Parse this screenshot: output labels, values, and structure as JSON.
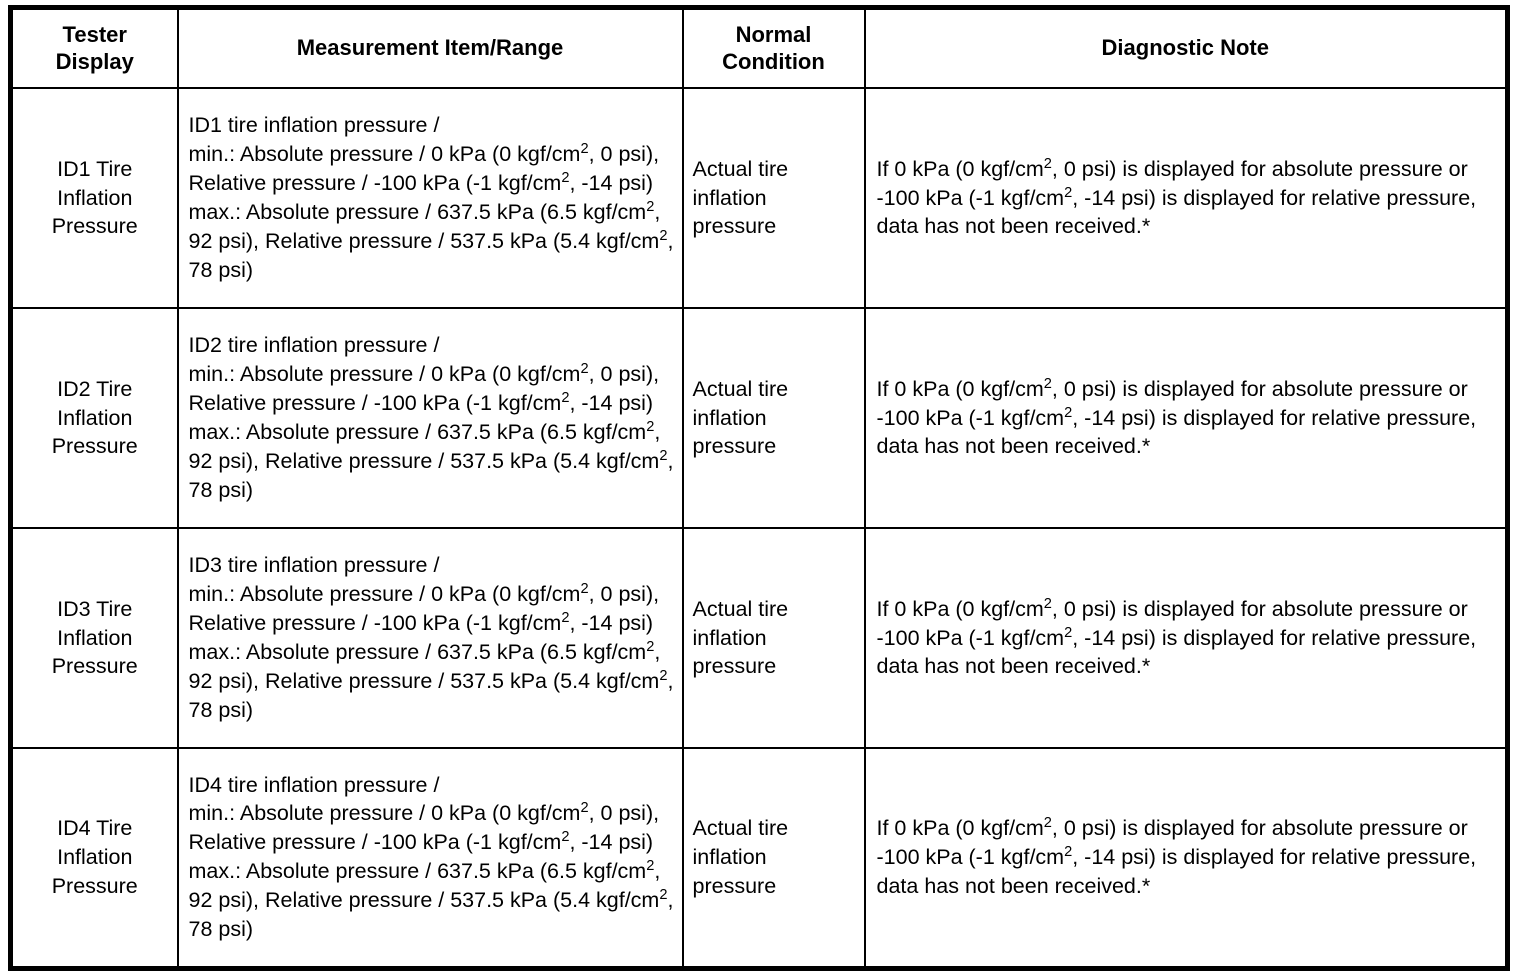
{
  "table": {
    "headers": [
      {
        "line1": "Tester",
        "line2": "Display"
      },
      {
        "line1": "Measurement Item/Range",
        "line2": ""
      },
      {
        "line1": "Normal",
        "line2": "Condition"
      },
      {
        "line1": "Diagnostic Note",
        "line2": ""
      }
    ],
    "rows": [
      {
        "display": {
          "l1": "ID1 Tire",
          "l2": "Inflation",
          "l3": "Pressure"
        },
        "item": {
          "title": "ID1 tire inflation pressure /",
          "min_label": "min.:",
          "min_text_a": " Absolute pressure / 0 kPa (0 kgf/cm",
          "min_sup_a": "2",
          "min_text_b": ", 0 psi), Relative pressure / -100 kPa (-1 kgf/cm",
          "min_sup_b": "2",
          "min_text_c": ", -14 psi)",
          "max_label": "max.:",
          "max_text_a": " Absolute pressure / 637.5 kPa (6.5 kgf/cm",
          "max_sup_a": "2",
          "max_text_b": ", 92 psi), Relative pressure / 537.5 kPa (5.4 kgf/cm",
          "max_sup_b": "2",
          "max_text_c": ", 78 psi)"
        },
        "normal": {
          "l1": "Actual tire",
          "l2": "inflation",
          "l3": "pressure"
        },
        "note": {
          "a": "If 0 kPa (0 kgf/cm",
          "sup_a": "2",
          "b": ", 0 psi) is displayed for absolute pressure or -100 kPa (-1 kgf/cm",
          "sup_b": "2",
          "c": ", -14 psi) is displayed for relative pressure, data has not been received.*"
        }
      },
      {
        "display": {
          "l1": "ID2 Tire",
          "l2": "Inflation",
          "l3": "Pressure"
        },
        "item": {
          "title": "ID2 tire inflation pressure /",
          "min_label": "min.:",
          "min_text_a": " Absolute pressure / 0 kPa (0 kgf/cm",
          "min_sup_a": "2",
          "min_text_b": ", 0 psi), Relative pressure / -100 kPa (-1 kgf/cm",
          "min_sup_b": "2",
          "min_text_c": ", -14 psi)",
          "max_label": "max.:",
          "max_text_a": " Absolute pressure / 637.5 kPa (6.5 kgf/cm",
          "max_sup_a": "2",
          "max_text_b": ", 92 psi), Relative pressure / 537.5 kPa (5.4 kgf/cm",
          "max_sup_b": "2",
          "max_text_c": ", 78 psi)"
        },
        "normal": {
          "l1": "Actual tire",
          "l2": "inflation",
          "l3": "pressure"
        },
        "note": {
          "a": "If 0 kPa (0 kgf/cm",
          "sup_a": "2",
          "b": ", 0 psi) is displayed for absolute pressure or -100 kPa (-1 kgf/cm",
          "sup_b": "2",
          "c": ", -14 psi) is displayed for relative pressure, data has not been received.*"
        }
      },
      {
        "display": {
          "l1": "ID3 Tire",
          "l2": "Inflation",
          "l3": "Pressure"
        },
        "item": {
          "title": "ID3 tire inflation pressure /",
          "min_label": "min.:",
          "min_text_a": " Absolute pressure / 0 kPa (0 kgf/cm",
          "min_sup_a": "2",
          "min_text_b": ", 0 psi), Relative pressure / -100 kPa (-1 kgf/cm",
          "min_sup_b": "2",
          "min_text_c": ", -14 psi)",
          "max_label": "max.:",
          "max_text_a": " Absolute pressure / 637.5 kPa (6.5 kgf/cm",
          "max_sup_a": "2",
          "max_text_b": ", 92 psi), Relative pressure / 537.5 kPa (5.4 kgf/cm",
          "max_sup_b": "2",
          "max_text_c": ", 78 psi)"
        },
        "normal": {
          "l1": "Actual tire",
          "l2": "inflation",
          "l3": "pressure"
        },
        "note": {
          "a": "If 0 kPa (0 kgf/cm",
          "sup_a": "2",
          "b": ", 0 psi) is displayed for absolute pressure or -100 kPa (-1 kgf/cm",
          "sup_b": "2",
          "c": ", -14 psi) is displayed for relative pressure, data has not been received.*"
        }
      },
      {
        "display": {
          "l1": "ID4 Tire",
          "l2": "Inflation",
          "l3": "Pressure"
        },
        "item": {
          "title": "ID4 tire inflation pressure /",
          "min_label": "min.:",
          "min_text_a": " Absolute pressure / 0 kPa (0 kgf/cm",
          "min_sup_a": "2",
          "min_text_b": ", 0 psi), Relative pressure / -100 kPa (-1 kgf/cm",
          "min_sup_b": "2",
          "min_text_c": ", -14 psi)",
          "max_label": "max.:",
          "max_text_a": " Absolute pressure / 637.5 kPa (6.5 kgf/cm",
          "max_sup_a": "2",
          "max_text_b": ", 92 psi), Relative pressure / 537.5 kPa (5.4 kgf/cm",
          "max_sup_b": "2",
          "max_text_c": ", 78 psi)"
        },
        "normal": {
          "l1": "Actual tire",
          "l2": "inflation",
          "l3": "pressure"
        },
        "note": {
          "a": "If 0 kPa (0 kgf/cm",
          "sup_a": "2",
          "b": ", 0 psi) is displayed for absolute pressure or -100 kPa (-1 kgf/cm",
          "sup_b": "2",
          "c": ", -14 psi) is displayed for relative pressure, data has not been received.*"
        }
      }
    ]
  }
}
